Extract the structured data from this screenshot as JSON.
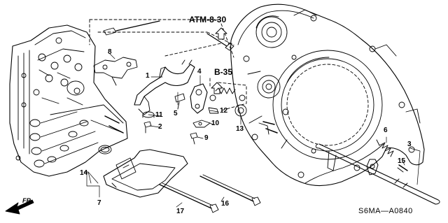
{
  "refs": {
    "atm": "ATM-8-30",
    "b": "B-35"
  },
  "parts": {
    "p1": "1",
    "p2": "2",
    "p3": "3",
    "p4": "4",
    "p5": "5",
    "p6": "6",
    "p7": "7",
    "p8": "8",
    "p9": "9",
    "p10": "10",
    "p11": "11",
    "p12": "12",
    "p13": "13",
    "p14": "14",
    "p15": "15",
    "p16": "16",
    "p17": "17"
  },
  "diagram_code": "S6MA—A0840",
  "direction_label": "FR.",
  "colors": {
    "line": "#000000",
    "background": "#ffffff"
  }
}
